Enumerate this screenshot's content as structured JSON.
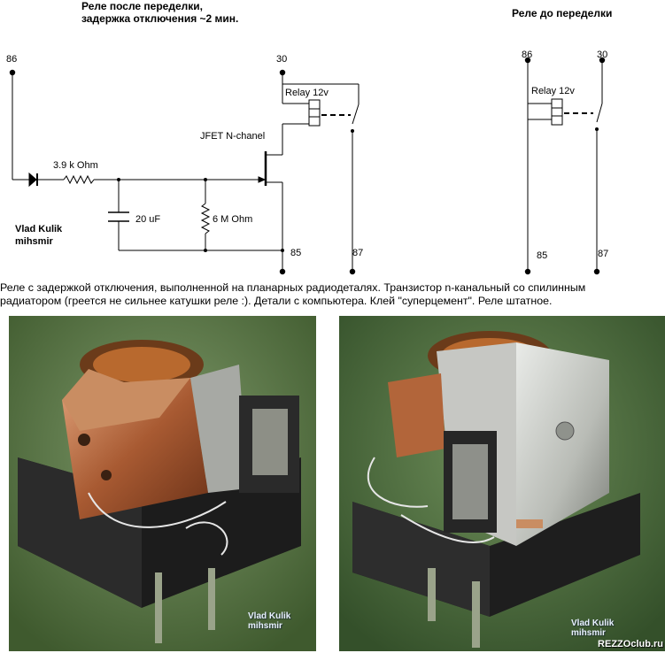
{
  "header": {
    "left_title": "Реле после переделки,\nзадержка отключения   ~2 мин.",
    "right_title": "Реле до переделки"
  },
  "schematic_after": {
    "terminal_86": "86",
    "terminal_30": "30",
    "terminal_85": "85",
    "terminal_87": "87",
    "resistor_1": "3.9 k Ohm",
    "capacitor": "20 uF",
    "resistor_2": "6 M Ohm",
    "transistor": "JFET N-chanel",
    "relay": "Relay 12v",
    "author_name": "Vlad Kulik",
    "author_nick": "mihsmir"
  },
  "schematic_before": {
    "terminal_86": "86",
    "terminal_30": "30",
    "terminal_85": "85",
    "terminal_87": "87",
    "relay": "Relay 12v"
  },
  "caption": "Реле с задержкой отключения, выполненной на планарных радиодеталях. Транзистор n-канальный со спилинным\nрадиатором (греется не сильнее катушки реле :). Детали с компьютера. Клей \"суперцемент\". Реле штатное.",
  "photos": {
    "left_watermark_name": "Vlad Kulik",
    "left_watermark_nick": "mihsmir",
    "right_watermark_name": "Vlad Kulik",
    "right_watermark_nick": "mihsmir",
    "site": "REZZOclub.ru"
  }
}
